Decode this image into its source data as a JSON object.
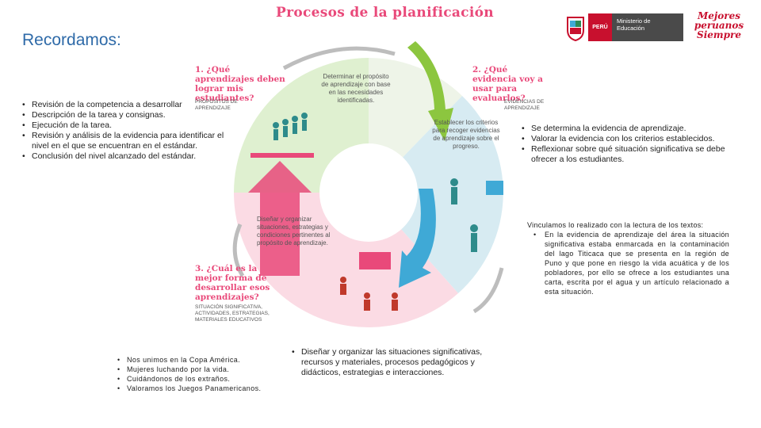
{
  "slide_title": "Recordamos:",
  "diagram_title": "Procesos de la planificación",
  "left_list": [
    "Revisión de la competencia a desarrollar",
    "Descripción de la tarea y consignas.",
    "Ejecución de la tarea.",
    "Revisión y análisis de la evidencia para identificar el nivel en el que se encuentran en el estándar.",
    "Conclusión del nivel alcanzado del estándar."
  ],
  "right_list": [
    "Se determina la evidencia de aprendizaje.",
    "Valorar la evidencia con los criterios establecidos.",
    "Reflexionar sobre qué situación significativa se debe ofrecer a los estudiantes."
  ],
  "vinculamos": {
    "intro": "Vinculamos lo realizado con la lectura de los textos:",
    "item": "En la evidencia de aprendizaje del área la situación significativa estaba enmarcada en la contaminación del lago Titicaca que se presenta en la región de Puno y que pone en riesgo la vida acuática y de los pobladores, por ello se ofrece a los estudiantes una carta, escrita por el agua y un artículo relacionado a esta situación."
  },
  "bottom_left_list": [
    "Nos unimos en la Copa América.",
    "Mujeres luchando por la vida.",
    "Cuidándonos de los extraños.",
    "Valoramos los Juegos Panamericanos."
  ],
  "bottom_mid_list": [
    "Diseñar y organizar las situaciones significativas, recursos y materiales, procesos pedagógicos y didácticos, estrategias e interacciones."
  ],
  "steps": {
    "s1_title": "1. ¿Qué aprendizajes deben lograr mis estudiantes?",
    "s1_sub": "PROPÓSITOS DE APRENDIZAJE",
    "s1_inner": "Determinar el propósito de aprendizaje con base en las necesidades identificadas.",
    "s2_title": "2. ¿Qué evidencia voy a usar para evaluarlos?",
    "s2_sub": "EVIDENCIAS DE APRENDIZAJE",
    "s2_inner": "Establecer los criterios para recoger evidencias de aprendizaje sobre el progreso.",
    "s3_title": "3. ¿Cuál es la mejor forma de desarrollar esos aprendizajes?",
    "s3_sub": "SITUACIÓN SIGNIFICATIVA, ACTIVIDADES, ESTRATEGIAS, MATERIALES EDUCATIVOS",
    "s3_inner": "Diseñar y organizar situaciones, estrategias y condiciones pertinentes al propósito de aprendizaje."
  },
  "logo": {
    "peru": "PERÚ",
    "ministry": "Ministerio de Educación",
    "slogan": "Mejores peruanos Siempre"
  },
  "colors": {
    "title_blue": "#2e6aa8",
    "accent_pink": "#e9497a",
    "green_segment": "#dff0d0",
    "blue_segment": "#d7ebf2",
    "pink_segment": "#fbdbe4",
    "green_arrow": "#8cc63f",
    "blue_arrow": "#3fa9d6",
    "pink_arrow": "#e9497a"
  }
}
